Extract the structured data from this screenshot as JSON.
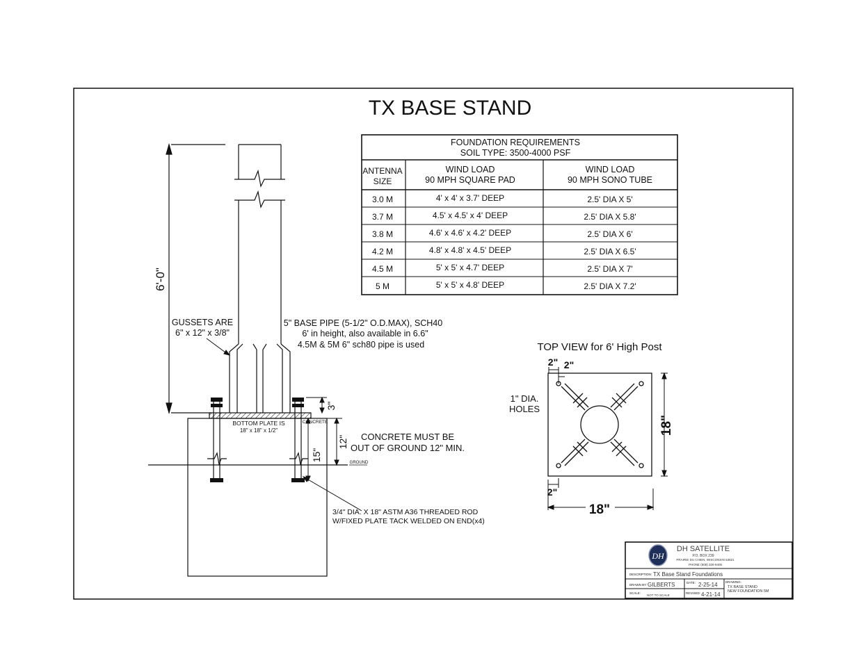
{
  "title": "TX BASE STAND",
  "table": {
    "heading_line1": "FOUNDATION REQUIREMENTS",
    "heading_line2": "SOIL TYPE: 3500-4000 PSF",
    "col1_line1": "ANTENNA",
    "col1_line2": "SIZE",
    "col2_line1": "WIND LOAD",
    "col2_line2": "90 MPH SQUARE PAD",
    "col3_line1": "WIND LOAD",
    "col3_line2": "90 MPH SONO TUBE",
    "rows": [
      {
        "size": "3.0 M",
        "pad": "4' x 4' x 3.7' DEEP",
        "tube": "2.5' DIA X 5'"
      },
      {
        "size": "3.7 M",
        "pad": "4.5' x 4.5' x 4' DEEP",
        "tube": "2.5' DIA X 5.8'"
      },
      {
        "size": "3.8 M",
        "pad": "4.6' x 4.6' x 4.2' DEEP",
        "tube": "2.5' DIA X 6'"
      },
      {
        "size": "4.2 M",
        "pad": "4.8' x 4.8' x 4.5' DEEP",
        "tube": "2.5' DIA X 6.5'"
      },
      {
        "size": "4.5 M",
        "pad": "5' x 5' x 4.7' DEEP",
        "tube": "2.5' DIA X 7'"
      },
      {
        "size": "5 M",
        "pad": "5' x 5' x 4.8' DEEP",
        "tube": "2.5' DIA X 7.2'"
      }
    ]
  },
  "side_view": {
    "height_dim": "6'-0\"",
    "gussets_line1": "GUSSETS ARE",
    "gussets_line2": "6\" x 12\" x 3/8\"",
    "pipe_line1": "5\" BASE PIPE (5-1/2\" O.D.MAX), SCH40",
    "pipe_line2": "6' in height, also available in 6.6\"",
    "pipe_line3": "4.5M & 5M 6\" sch80 pipe is used",
    "plate_line1": "BOTTOM PLATE IS",
    "plate_line2": "18\" x 18\" x 1/2\"",
    "concrete_label": "CONCRETE",
    "ground_label": "GROUND",
    "dim_3": "3\"",
    "dim_12": "12\"",
    "dim_15": "15\"",
    "concrete_note_line1": "CONCRETE MUST BE",
    "concrete_note_line2": "OUT OF GROUND 12\" MIN.",
    "rod_note_line1": "3/4\" DIA. X 18\" ASTM A36 THREADED ROD",
    "rod_note_line2": "W/FIXED PLATE TACK WELDED ON END(x4)"
  },
  "top_view": {
    "title": "TOP VIEW for 6' High Post",
    "dim_2a": "2\"",
    "dim_2b": "2\"",
    "dim_2c": "2\"",
    "holes_line1": "1\" DIA.",
    "holes_line2": "HOLES",
    "dim_18_vertical": "18\"",
    "dim_18_horizontal": "18\""
  },
  "title_block": {
    "logo_text": "DH",
    "company": "DH SATELLITE",
    "address_line1": "P.O. BOX 239",
    "address_line2": "PRAIRIE DU CHIEN, WISCONSIN 53821",
    "address_line3": "PHONE (608) 326-8406",
    "description_label": "DESCRIPTION:",
    "description": "TX Base Stand Foundations",
    "drawn_label": "DRAWN BY:",
    "drawn_by": "GILBERTS",
    "date_label": "DATE:",
    "date": "2-25-14",
    "drawing_label": "DRAWING:",
    "drawing_line1": "TX BASE STAND",
    "drawing_line2": "NEW FOUNDATION 5M",
    "scale_label": "SCALE:",
    "scale": "NOT TO SCALE",
    "revised_label": "REVISED:",
    "revised": "4-21-14"
  }
}
